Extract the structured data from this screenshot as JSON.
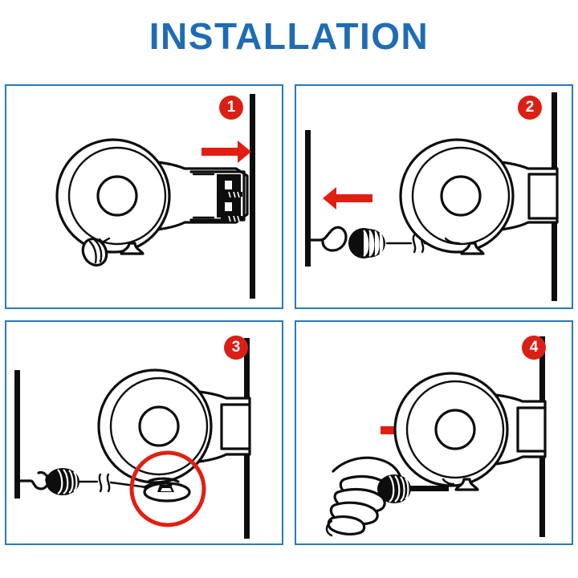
{
  "page": {
    "title": "INSTALLATION",
    "background_color": "#ffffff"
  },
  "colors": {
    "title_blue": "#1f6cb4",
    "panel_border_blue": "#2a7ab9",
    "badge_red": "#da1f15",
    "arrow_red": "#e01f12",
    "highlight_red": "#e01f12",
    "line_black": "#0d0d0d",
    "wall_black": "#0d0d0d"
  },
  "layout": {
    "columns": 2,
    "rows": 2,
    "panel_count": 4
  },
  "panels": [
    {
      "number": "1",
      "badge_label": "1",
      "name": "mount-bracket-to-wall",
      "wall_side": "right",
      "arrow_direction": "right",
      "elements": [
        "retractable-clothesline-reel",
        "mounting-bracket",
        "screw",
        "screw",
        "wall-bar",
        "red-arrow-right",
        "cord-stopper-stowed"
      ]
    },
    {
      "number": "2",
      "badge_label": "2",
      "name": "pull-cord-toward-hook",
      "wall_side": "both",
      "arrow_direction": "left",
      "elements": [
        "wall-bar-left",
        "wall-hook",
        "red-arrow-left",
        "cord-stopper",
        "cord-line",
        "cord-break-marker",
        "retractable-clothesline-reel",
        "mounting-bracket",
        "wall-bar-right"
      ]
    },
    {
      "number": "3",
      "badge_label": "3",
      "name": "attach-stopper-to-hook",
      "wall_side": "both",
      "arrow_direction": "none",
      "highlight": "cord-lock-detail",
      "elements": [
        "wall-bar-left",
        "wall-hook",
        "cord-stopper-attached",
        "cord-line",
        "cord-break-marker",
        "retractable-clothesline-reel",
        "mounting-bracket",
        "wall-bar-right",
        "red-highlight-circle"
      ]
    },
    {
      "number": "4",
      "badge_label": "4",
      "name": "retract-cord-by-hand",
      "wall_side": "right",
      "arrow_direction": "right",
      "elements": [
        "hand-gripping-stopper",
        "cord-stopper",
        "cord-line",
        "red-arrow-right",
        "retractable-clothesline-reel",
        "mounting-bracket",
        "wall-bar-right"
      ]
    }
  ]
}
